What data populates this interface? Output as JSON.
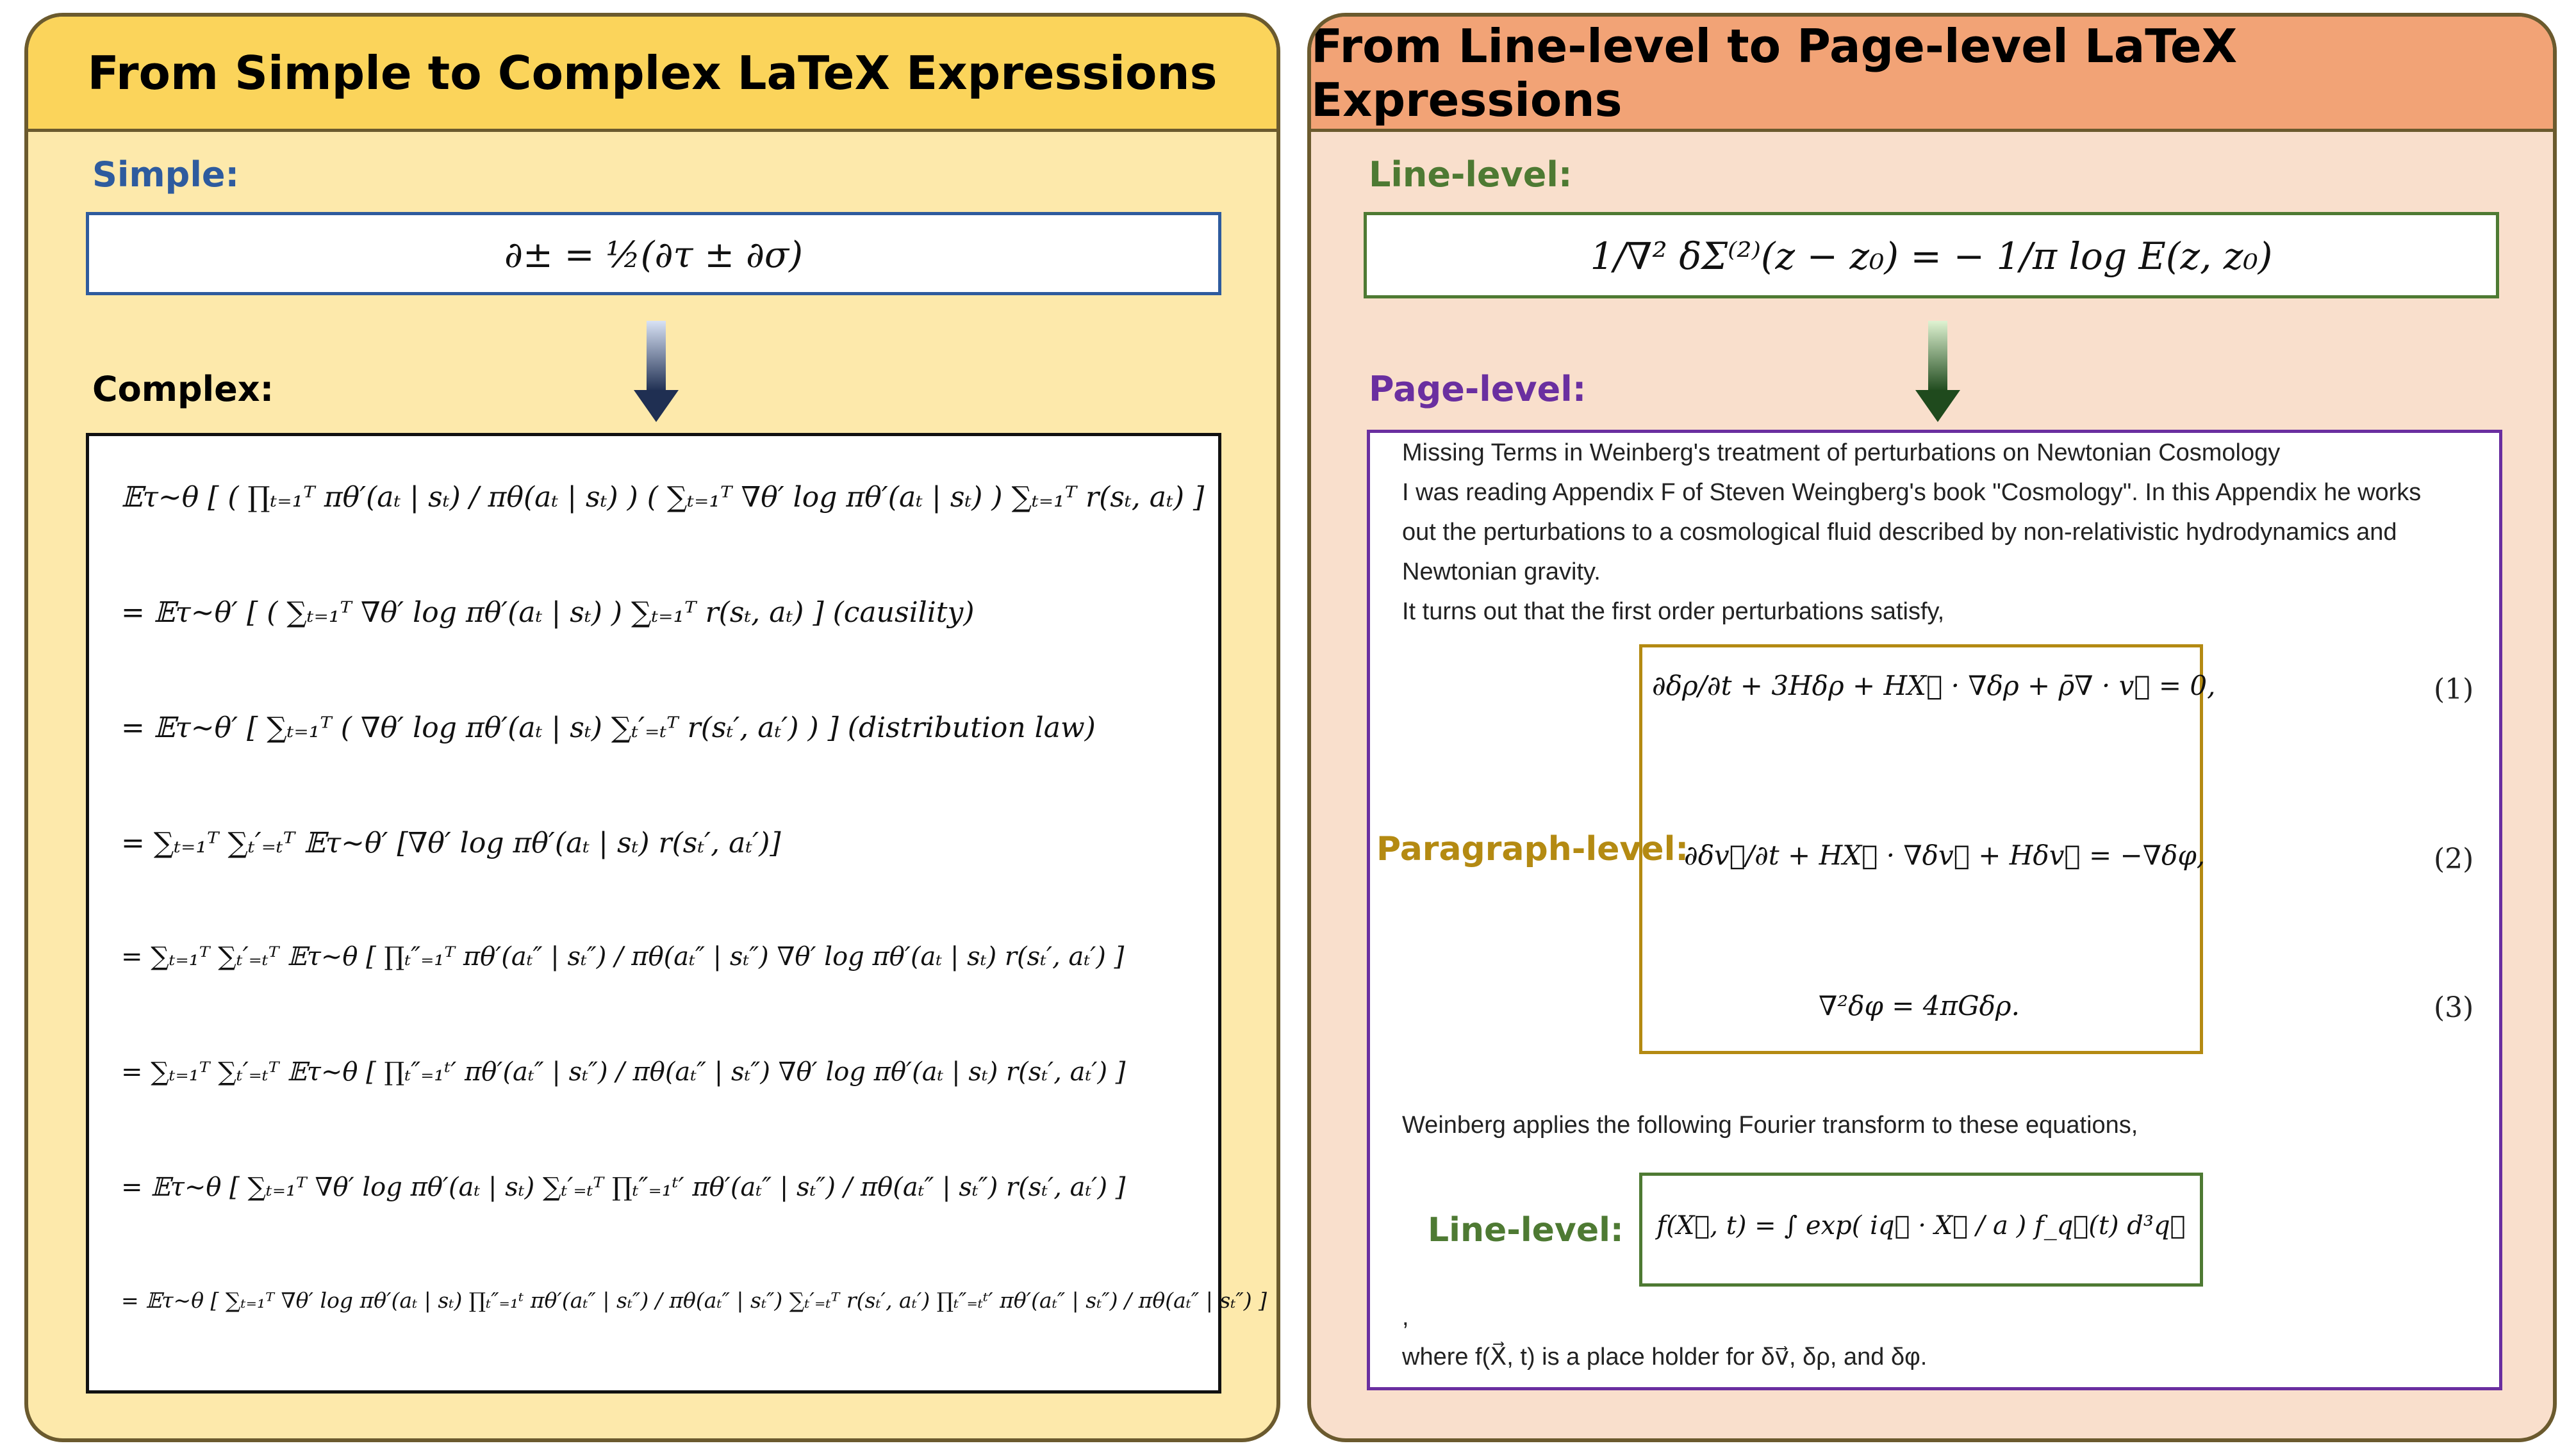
{
  "left_panel": {
    "title": "From Simple to Complex LaTeX Expressions",
    "simple_label": "Simple:",
    "simple_equation": "∂± = ½(∂τ ± ∂σ)",
    "complex_label": "Complex:",
    "complex_lines": [
      "𝔼τ∼θ [ ( ∏ₜ₌₁ᵀ πθ′(aₜ | sₜ) / πθ(aₜ | sₜ) ) ( ∑ₜ₌₁ᵀ ∇θ′ log πθ′(aₜ | sₜ) ) ∑ₜ₌₁ᵀ r(sₜ, aₜ) ]",
      "= 𝔼τ∼θ′ [ ( ∑ₜ₌₁ᵀ ∇θ′ log πθ′(aₜ | sₜ) ) ∑ₜ₌₁ᵀ r(sₜ, aₜ) ]     (causility)",
      "= 𝔼τ∼θ′ [ ∑ₜ₌₁ᵀ ( ∇θ′ log πθ′(aₜ | sₜ) ∑ₜ′₌ₜᵀ r(sₜ′, aₜ′) ) ]     (distribution law)",
      "= ∑ₜ₌₁ᵀ ∑ₜ′₌ₜᵀ 𝔼τ∼θ′ [∇θ′ log πθ′(aₜ | sₜ) r(sₜ′, aₜ′)]",
      "= ∑ₜ₌₁ᵀ ∑ₜ′₌ₜᵀ 𝔼τ∼θ [ ∏ₜ″₌₁ᵀ πθ′(aₜ″ | sₜ″) / πθ(aₜ″ | sₜ″) ∇θ′ log πθ′(aₜ | sₜ) r(sₜ′, aₜ′) ]",
      "= ∑ₜ₌₁ᵀ ∑ₜ′₌ₜᵀ 𝔼τ∼θ [ ∏ₜ″₌₁ᵗ′ πθ′(aₜ″ | sₜ″) / πθ(aₜ″ | sₜ″) ∇θ′ log πθ′(aₜ | sₜ) r(sₜ′, aₜ′) ]",
      "= 𝔼τ∼θ [ ∑ₜ₌₁ᵀ ∇θ′ log πθ′(aₜ | sₜ) ∑ₜ′₌ₜᵀ ∏ₜ″₌₁ᵗ′ πθ′(aₜ″ | sₜ″) / πθ(aₜ″ | sₜ″) r(sₜ′, aₜ′) ]",
      "= 𝔼τ∼θ [ ∑ₜ₌₁ᵀ ∇θ′ log πθ′(aₜ | sₜ) ∏ₜ″₌₁ᵗ πθ′(aₜ″ | sₜ″) / πθ(aₜ″ | sₜ″) ∑ₜ′₌ₜᵀ r(sₜ′, aₜ′) ∏ₜ″₌ₜᵗ′ πθ′(aₜ″ | sₜ″) / πθ(aₜ″ | sₜ″) ]"
    ]
  },
  "right_panel": {
    "title": "From Line-level to Page-level LaTeX Expressions",
    "line_label": "Line-level:",
    "line_equation": "1/∇² δΣ⁽²⁾(z − z₀) = − 1/π log E(z, z₀)",
    "page_label": "Page-level:",
    "paragraph_label": "Paragraph-level:",
    "line_label_inner": "Line-level:",
    "doc_lines": [
      "Missing Terms in Weinberg's treatment of perturbations on Newtonian Cosmology",
      "I was reading Appendix F of Steven Weingberg's book \"Cosmology\". In this Appendix he works",
      "out the perturbations to a cosmological fluid described by non-relativistic hydrodynamics and",
      "Newtonian gravity.",
      "It turns out that the first order perturbations satisfy,"
    ],
    "equations": [
      {
        "expr": "∂δρ/∂t + 3Hδρ + HX⃗ · ∇δρ + ρ̄∇ · v⃗ = 0,",
        "num": "(1)"
      },
      {
        "expr": "∂δv⃗/∂t + HX⃗ · ∇δv⃗ + Hδv⃗ = −∇δφ,",
        "num": "(2)"
      },
      {
        "expr": "∇²δφ = 4πGδρ.",
        "num": "(3)"
      }
    ],
    "fourier_text": "Weinberg applies the following Fourier transform to these equations,",
    "fourier_equation": "f(X⃗, t) = ∫ exp( iq⃗ · X⃗ / a ) f_q⃗(t) d³q⃗",
    "comma": ",",
    "where_text": "where f(X⃗, t) is a place holder for δv⃗, δρ, and δφ."
  },
  "colors": {
    "left_header": "#fbd45b",
    "left_body": "#fde9ab",
    "right_header": "#f2a376",
    "right_body": "#f9dfcc",
    "simple_box": "#2e5b9e",
    "line_box": "#4e7a33",
    "page_box": "#6a2fa0",
    "paragraph_box": "#b48a12"
  }
}
